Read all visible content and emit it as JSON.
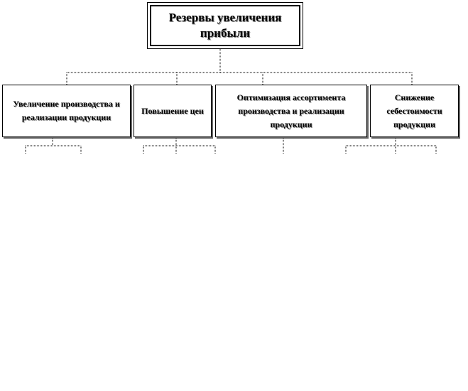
{
  "diagram": {
    "root": {
      "label": "Резервы увеличения прибыли"
    },
    "children": [
      {
        "label": "Увеличение производства и реализации продукции"
      },
      {
        "label": "Повышение цен"
      },
      {
        "label": "Оптимизация ассортимента производства и реализации продукции"
      },
      {
        "label": "Снижение себестоимости продукции"
      }
    ]
  }
}
